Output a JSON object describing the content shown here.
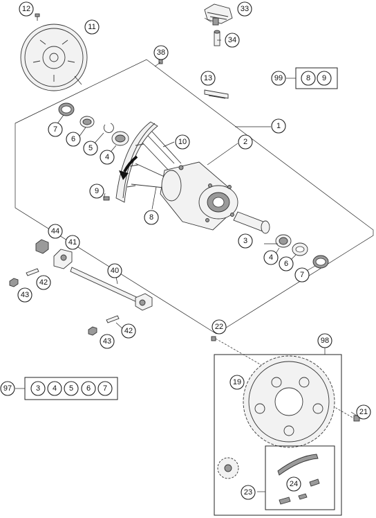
{
  "callouts": {
    "c1": "1",
    "c2": "2",
    "c3a": "3",
    "c4a": "4",
    "c4b": "4",
    "c5": "5",
    "c6a": "6",
    "c6b": "6",
    "c7a": "7",
    "c7b": "7",
    "c8": "8",
    "c9": "9",
    "c10": "10",
    "c11": "11",
    "c12": "12",
    "c13": "13",
    "c19": "19",
    "c21": "21",
    "c22": "22",
    "c23": "23",
    "c24": "24",
    "c33": "33",
    "c34": "34",
    "c38": "38",
    "c40": "40",
    "c41": "41",
    "c42a": "42",
    "c42b": "42",
    "c43a": "43",
    "c43b": "43",
    "c44": "44",
    "c98": "98"
  },
  "kit99": {
    "label": "99",
    "items": [
      "8",
      "9"
    ]
  },
  "kit97": {
    "label": "97",
    "items": [
      "3",
      "4",
      "5",
      "6",
      "7"
    ]
  },
  "colors": {
    "line": "#222222",
    "part_fill": "#f2f2f2",
    "dark_fill": "#9a9a9a"
  }
}
